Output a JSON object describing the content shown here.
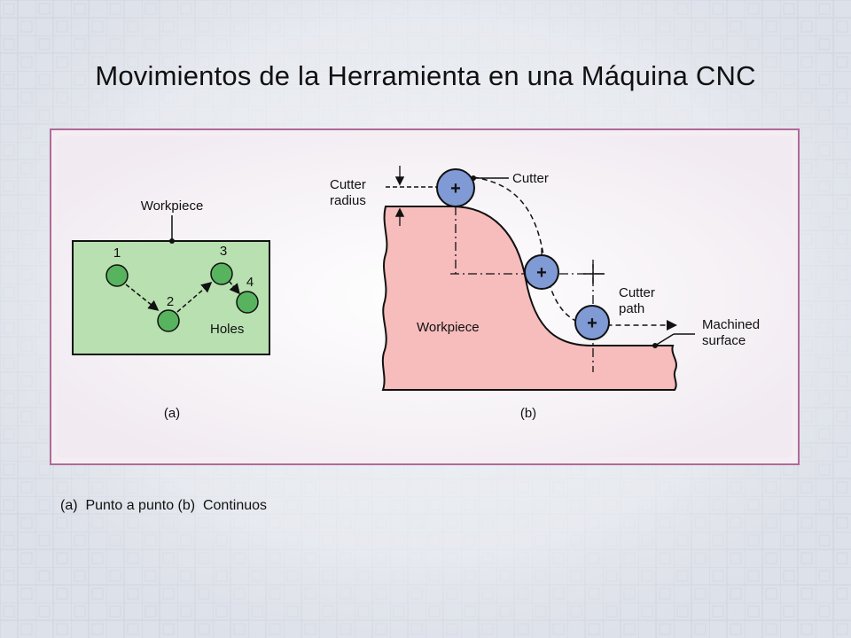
{
  "title": "Movimientos de la Herramienta en una Máquina CNC",
  "caption": "(a)  Punto a punto (b)  Continuos",
  "figure_a": {
    "workpiece_label": "Workpiece",
    "hole_labels": [
      "1",
      "2",
      "3",
      "4"
    ],
    "holes_label": "Holes",
    "panel_label": "(a)"
  },
  "figure_b": {
    "cutter_label": "Cutter",
    "cutter_radius_label_line1": "Cutter",
    "cutter_radius_label_line2": "radius",
    "workpiece_label": "Workpiece",
    "cutter_path_label_line1": "Cutter",
    "cutter_path_label_line2": "path",
    "machined_surface_line1": "Machined",
    "machined_surface_line2": "surface",
    "panel_label": "(b)",
    "cutter_symbol": "+"
  },
  "colors": {
    "workpiece_a_fill": "#b8e0b0",
    "hole_fill": "#58b35e",
    "workpiece_b_fill": "#f7bcbc",
    "cutter_fill": "#7f9ad4",
    "frame_border": "#b06a9a"
  }
}
